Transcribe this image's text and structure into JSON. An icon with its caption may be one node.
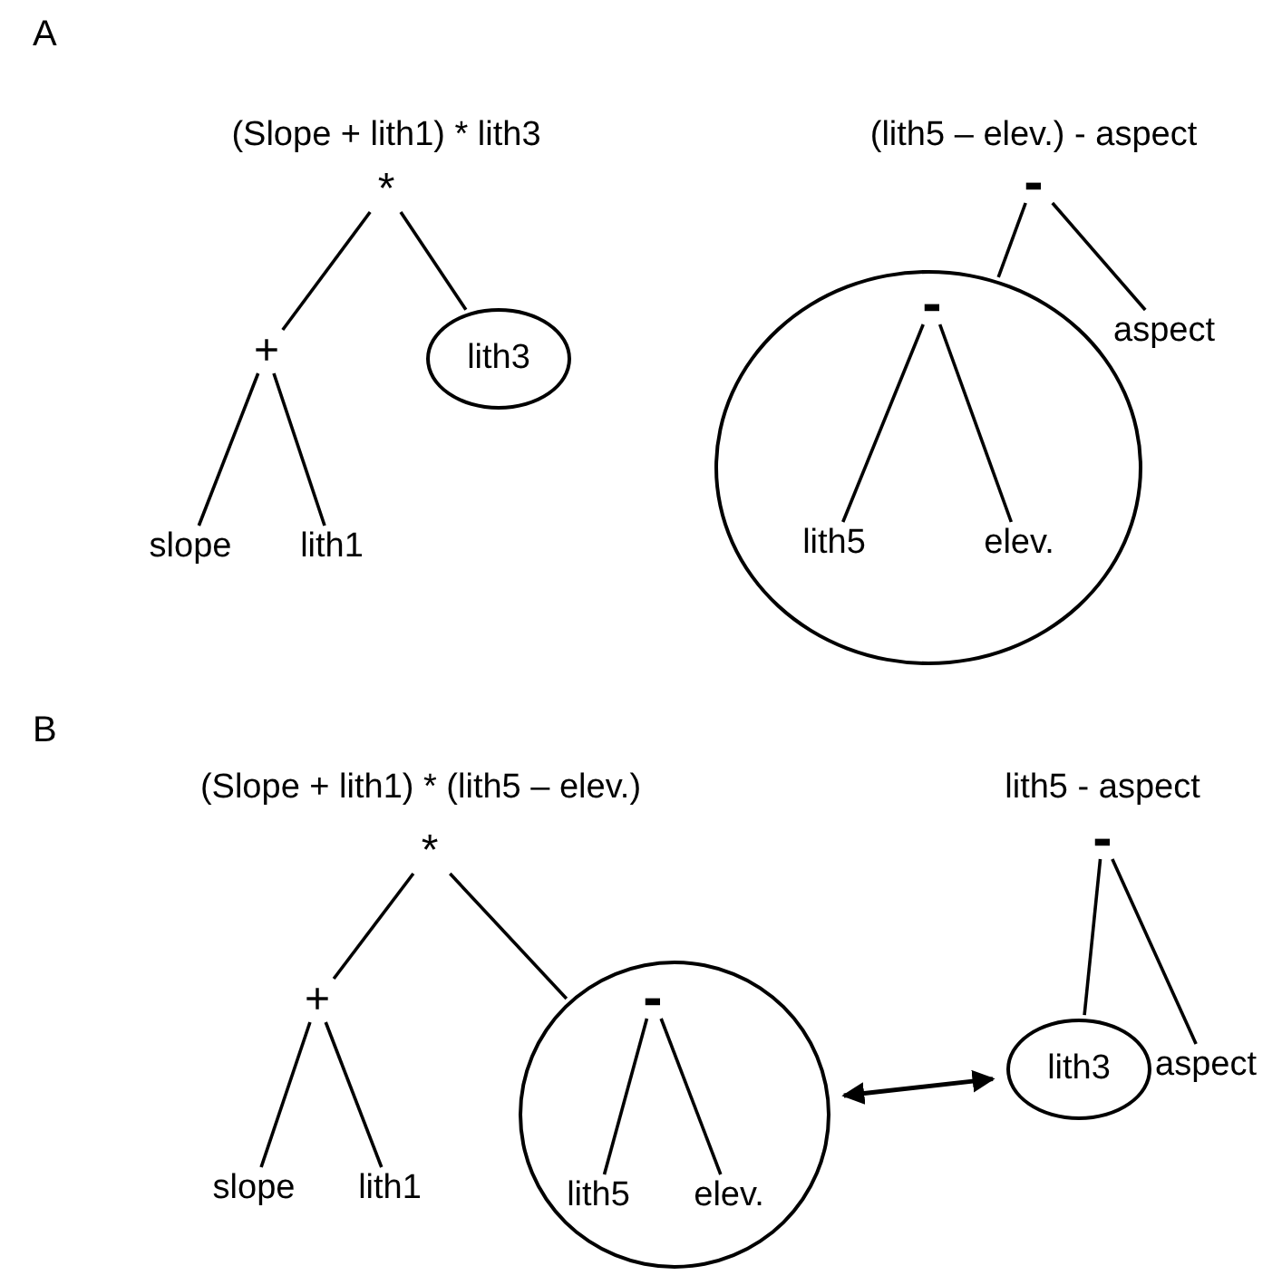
{
  "diagram": {
    "nodes": [
      {
        "text": [
          "*"
        ]
      },
      {
        "text": [
          "+"
        ]
      },
      {
        "text": [
          "lith3"
        ]
      },
      {
        "text": [
          "slope"
        ]
      },
      {
        "text": [
          "lith1"
        ]
      },
      {
        "text": [
          "-"
        ]
      },
      {
        "text": [],
        "shape": "circle"
      },
      {
        "text": [
          "-"
        ],
        "in": 6
      },
      {
        "text": [
          "lith5"
        ],
        "in": 6
      },
      {
        "text": [
          "elev."
        ],
        "in": 6
      },
      {
        "text": [
          "aspect"
        ]
      },
      {
        "text": [
          "*"
        ]
      },
      {
        "text": [
          "+"
        ]
      },
      {
        "text": [],
        "shape": "circle"
      },
      {
        "text": [
          "-"
        ],
        "in": 13
      },
      {
        "text": [
          "lith5"
        ],
        "in": 13
      },
      {
        "text": [
          "elev."
        ],
        "in": 13
      },
      {
        "text": [
          "slope"
        ]
      },
      {
        "text": [
          "lith1"
        ]
      },
      {
        "text": [
          "-"
        ]
      },
      {
        "text": [
          "lith3"
        ]
      },
      {
        "text": [
          "aspect"
        ]
      }
    ],
    "edges": [
      {
        "from": 0,
        "to": 1,
        "arrow": "none"
      },
      {
        "from": 0,
        "to": 2,
        "arrow": "none"
      },
      {
        "from": 1,
        "to": 3,
        "arrow": "none"
      },
      {
        "from": 1,
        "to": 4,
        "arrow": "none"
      },
      {
        "from": 5,
        "to": 6,
        "arrow": "none"
      },
      {
        "from": 5,
        "to": 10,
        "arrow": "none"
      },
      {
        "from": 7,
        "to": 8,
        "arrow": "none"
      },
      {
        "from": 7,
        "to": 9,
        "arrow": "none"
      },
      {
        "from": 11,
        "to": 12,
        "arrow": "none"
      },
      {
        "from": 11,
        "to": 13,
        "arrow": "none"
      },
      {
        "from": 14,
        "to": 15,
        "arrow": "none"
      },
      {
        "from": 14,
        "to": 16,
        "arrow": "none"
      },
      {
        "from": 12,
        "to": 17,
        "arrow": "none"
      },
      {
        "from": 12,
        "to": 18,
        "arrow": "none"
      },
      {
        "from": 13,
        "to": 20,
        "arrow": "both"
      },
      {
        "from": 19,
        "to": 20,
        "arrow": "none"
      },
      {
        "from": 19,
        "to": 21,
        "arrow": "none"
      }
    ],
    "labels": [
      "A",
      "(Slope + lith1) * lith3",
      "(lith5 – elev.) - aspect",
      "B",
      "(Slope + lith1) * (lith5 – elev.)",
      "lith5 - aspect"
    ]
  }
}
